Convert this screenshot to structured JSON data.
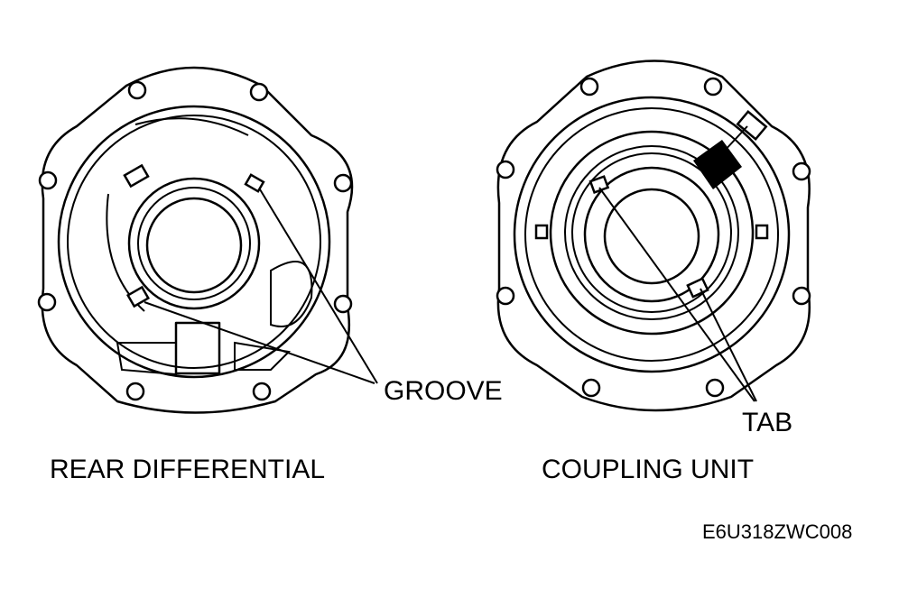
{
  "labels": {
    "groove": "GROOVE",
    "tab": "TAB",
    "rear_differential": "REAR DIFFERENTIAL",
    "coupling_unit": "COUPLING UNIT",
    "figure_code": "E6U318ZWC008"
  },
  "colors": {
    "ink": "#000000",
    "paper": "#ffffff"
  }
}
